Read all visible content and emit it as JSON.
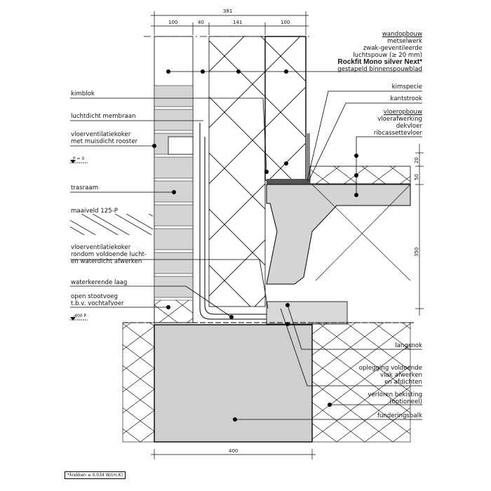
{
  "dimensions": {
    "total": "381",
    "brick": "100",
    "cavity": "40",
    "insulation": "141",
    "inner_leaf": "100",
    "finish": "20",
    "screed": "50",
    "floor": "350",
    "foundation": "400"
  },
  "labels_right": {
    "wall_heading": "wandopbouw",
    "wall_items": [
      "metselwerk",
      "zwak-geventileerde",
      "luchtspouw (≥ 20 mm)",
      "Rockfit Mono silver Next*",
      "gestapeld binnenspouwblad"
    ],
    "kimspecie": "kimspecie",
    "kantstrook": "kantstrook",
    "floor_heading": "vloeropbouw",
    "floor_items": [
      "vloerafwerking",
      "dekvloer",
      "ribcassettevloer"
    ],
    "langsnok": "langsnok",
    "oplegging": [
      "oplegging voldoende",
      "vlak afwerken",
      "en afdichten"
    ],
    "bekisting": [
      "verloren bekisting",
      "(optioneel)"
    ],
    "funderingsbalk": "funderingsbalk"
  },
  "labels_left": {
    "kimblok": "kimblok",
    "membraan": "luchtdicht membraan",
    "koker1": [
      "vloerventilatiekoker",
      "met muisdicht rooster"
    ],
    "p0": "P = 0",
    "trasraam": "trasraam",
    "maaiveld": "maaiveld 125-P",
    "koker2": [
      "vloerventilatiekoker",
      "rondom voldoende lucht-",
      "en waterdicht afwerken"
    ],
    "waterkerend": "waterkerende laag",
    "stootvoeg": [
      "open stootvoeg",
      "t.b.v. vochtafvoer"
    ],
    "p400": "-400 P"
  },
  "footnote": "*λrekken ≤ 0,034 W/(m.K)"
}
